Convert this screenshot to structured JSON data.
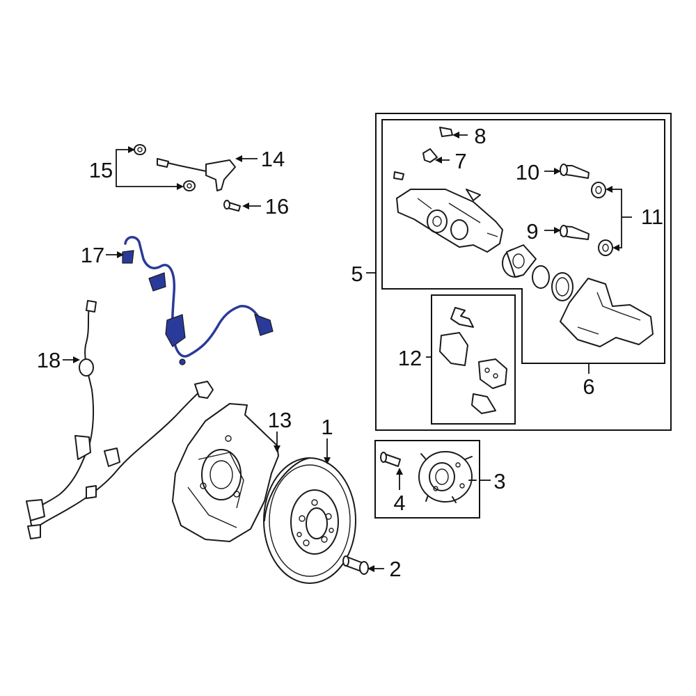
{
  "diagram": {
    "callouts": [
      "1",
      "2",
      "3",
      "4",
      "5",
      "6",
      "7",
      "8",
      "9",
      "10",
      "11",
      "12",
      "13",
      "14",
      "15",
      "16",
      "17",
      "18"
    ],
    "colors": {
      "line": "#1a1a1a",
      "highlight": "#2a3a9a",
      "background": "#ffffff"
    },
    "highlighted_part": "17"
  }
}
